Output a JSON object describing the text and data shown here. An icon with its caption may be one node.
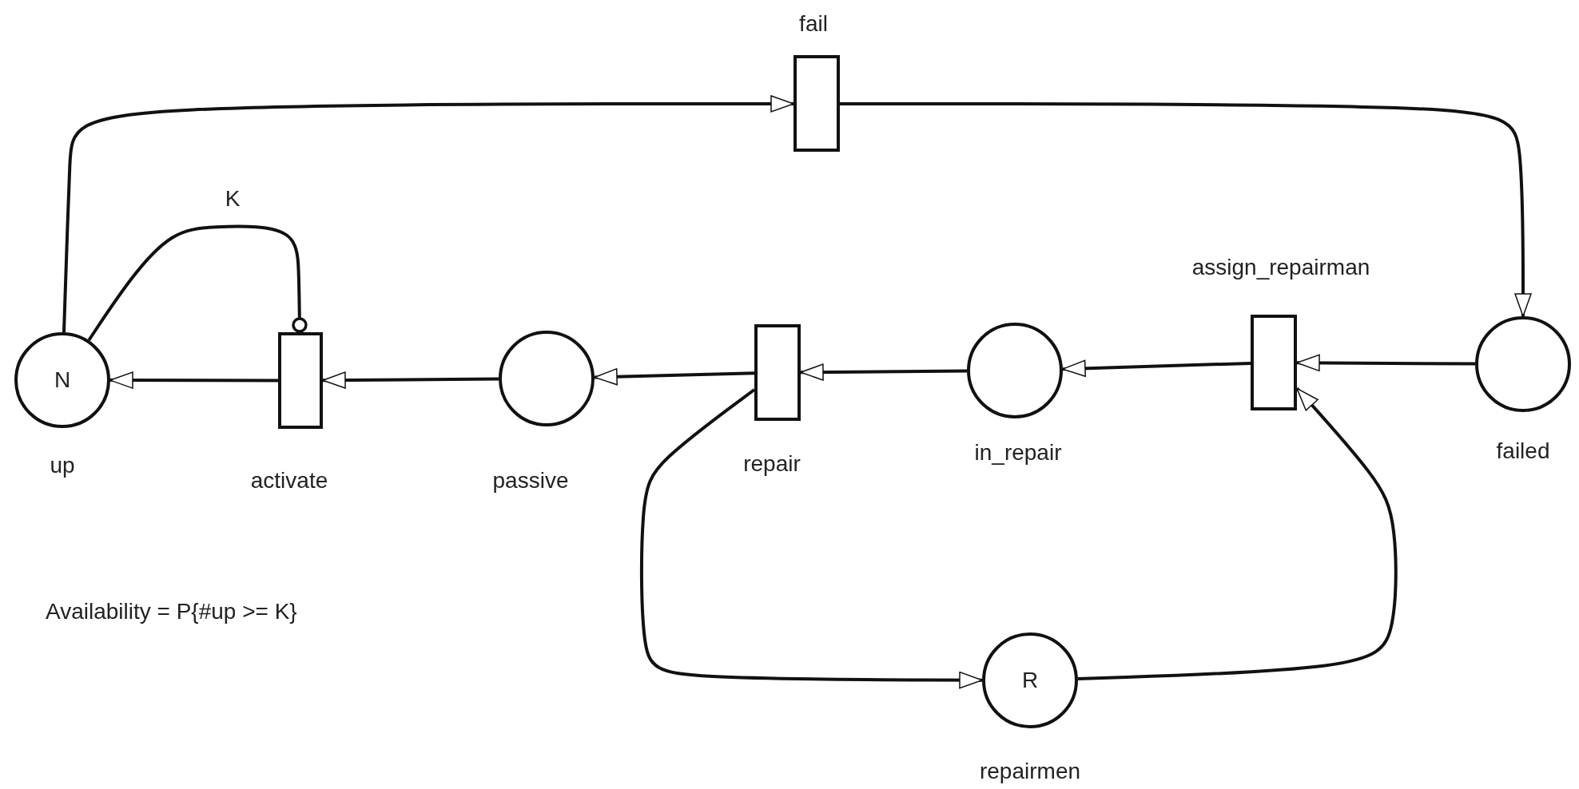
{
  "diagram": {
    "nodes": [
      {
        "text": [
          "N"
        ],
        "beside": [
          "up"
        ]
      },
      {
        "text": [],
        "shape": "bar",
        "beside": [
          "activate"
        ]
      },
      {
        "text": [],
        "shape": "circle",
        "beside": [
          "passive"
        ]
      },
      {
        "text": [],
        "shape": "bar",
        "beside": [
          "repair"
        ]
      },
      {
        "text": [],
        "shape": "circle",
        "beside": [
          "in_repair"
        ]
      },
      {
        "text": [],
        "shape": "bar",
        "beside": [
          "assign_repairman"
        ]
      },
      {
        "text": [],
        "shape": "circle",
        "beside": [
          "failed"
        ]
      },
      {
        "text": [],
        "shape": "bar",
        "beside": [
          "fail"
        ]
      },
      {
        "text": [
          "R"
        ],
        "beside": [
          "repairmen"
        ]
      }
    ],
    "edges": [
      {
        "from": 0,
        "to": 7,
        "arrow": "to"
      },
      {
        "from": 7,
        "to": 6,
        "arrow": "to"
      },
      {
        "from": 6,
        "to": 5,
        "arrow": "to"
      },
      {
        "from": 5,
        "to": 4,
        "arrow": "to"
      },
      {
        "from": 4,
        "to": 3,
        "arrow": "to"
      },
      {
        "from": 3,
        "to": 2,
        "arrow": "to"
      },
      {
        "from": 2,
        "to": 1,
        "arrow": "to"
      },
      {
        "from": 1,
        "to": 0,
        "arrow": "to"
      },
      {
        "from": 0,
        "to": 1,
        "arrow": "other",
        "label": "K"
      },
      {
        "from": 3,
        "to": 8,
        "arrow": "to"
      },
      {
        "from": 8,
        "to": 5,
        "arrow": "to"
      }
    ],
    "labels": [
      "Availability = P{#up >= K}"
    ]
  }
}
